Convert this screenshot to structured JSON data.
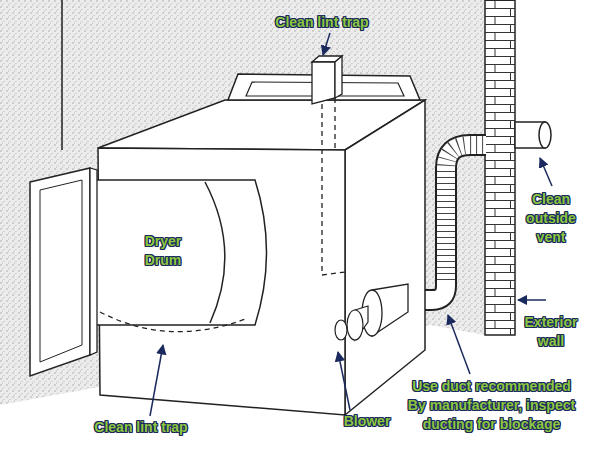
{
  "diagram": {
    "labels": [
      "Clean lint trap",
      "Dryer Drum",
      "Clean outside vent",
      "Exterior wall",
      "Use duct recommended By manufacturer, inspect ducting for blockage",
      "Blower",
      "Clean lint trap"
    ]
  }
}
